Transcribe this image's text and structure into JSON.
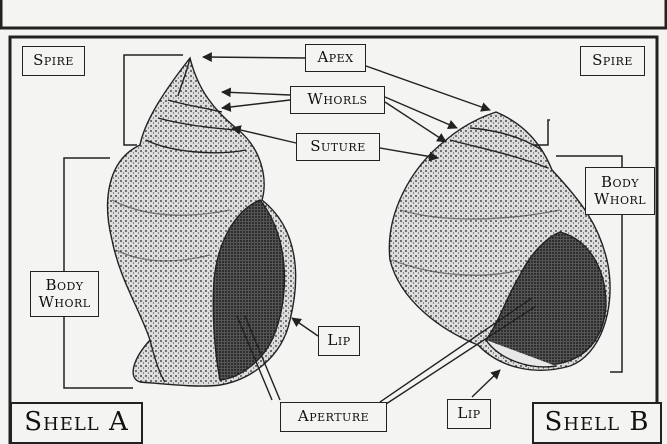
{
  "labels": {
    "spire_a": "Spire",
    "apex": "Apex",
    "whorls": "Whorls",
    "suture": "Suture",
    "spire_b": "Spire",
    "body_whorl_a": "Body\nWhorl",
    "body_whorl_b": "Body\nWhorl",
    "lip_a": "Lip",
    "lip_b": "Lip",
    "aperture": "Aperture",
    "shell_a": "Shell A",
    "shell_b": "Shell B"
  },
  "colors": {
    "background": "#f4f4f2",
    "ink": "#222222"
  }
}
